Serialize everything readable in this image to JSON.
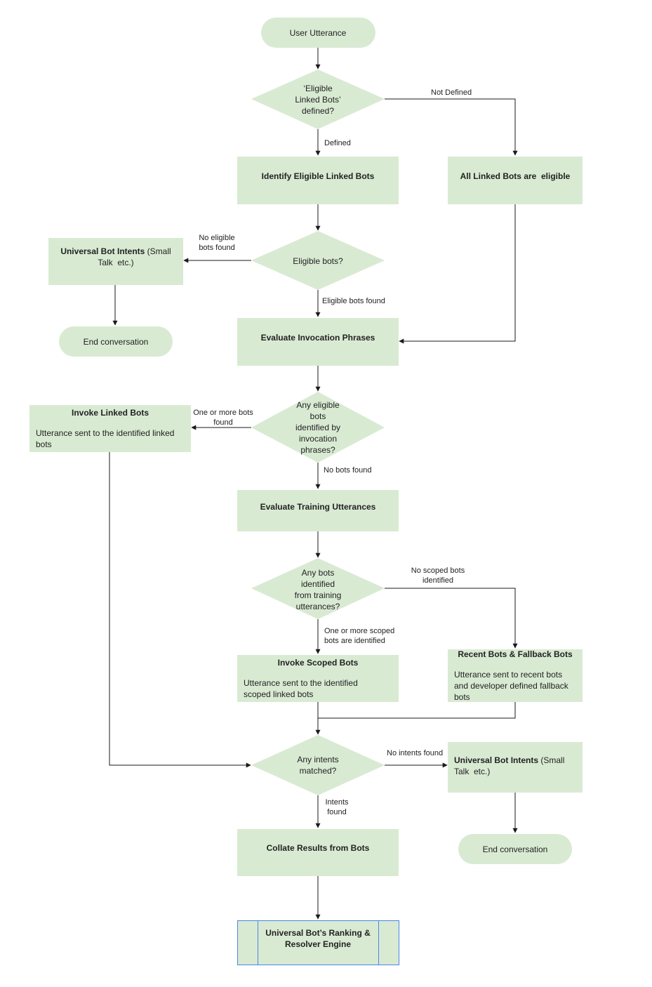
{
  "nodes": {
    "user_utterance": "User Utterance",
    "eligible_defined_q": [
      "‘Eligible",
      "Linked Bots’",
      "defined?"
    ],
    "identify_eligible": "Identify Eligible Linked Bots",
    "all_linked_eligible": "All Linked Bots are  eligible",
    "eligible_bots_q": "Eligible bots?",
    "universal_intents_1": {
      "bold": "Universal Bot Intents",
      "rest": " (Small",
      "line2": "Talk  etc.)"
    },
    "end_conversation_1": "End conversation",
    "evaluate_invocation": "Evaluate Invocation Phrases",
    "any_eligible_q": [
      "Any eligible",
      "bots",
      "identified by",
      "invocation",
      "phrases?"
    ],
    "invoke_linked": {
      "title": "Invoke Linked Bots",
      "body": [
        "Utterance sent to the identified linked",
        "bots"
      ]
    },
    "evaluate_training": "Evaluate Training Utterances",
    "any_bots_training_q": [
      "Any bots",
      "identified",
      "from training",
      "utterances?"
    ],
    "invoke_scoped": {
      "title": "Invoke Scoped Bots",
      "body": [
        "Utterance sent to the identified",
        "scoped linked bots"
      ]
    },
    "recent_fallback": {
      "title": "Recent Bots & Fallback Bots",
      "body": [
        "Utterance sent to recent bots",
        "and developer defined fallback",
        "bots"
      ]
    },
    "any_intents_q": [
      "Any intents",
      "matched?"
    ],
    "universal_intents_2": {
      "bold": "Universal Bot Intents",
      "rest": " (Small",
      "line2": "Talk  etc.)"
    },
    "end_conversation_2": "End conversation",
    "collate_results": "Collate Results from Bots",
    "ranking_engine": [
      "Universal Bot’s Ranking &",
      "Resolver Engine"
    ]
  },
  "edges": {
    "not_defined": "Not Defined",
    "defined": "Defined",
    "no_eligible": [
      "No eligible",
      "bots found"
    ],
    "eligible_found": "Eligible bots found",
    "one_or_more_found": [
      "One or more bots",
      "found"
    ],
    "no_bots_found": "No bots found",
    "no_scoped": [
      "No scoped bots",
      "identified"
    ],
    "one_or_more_scoped": [
      "One or more scoped",
      "bots are identified"
    ],
    "no_intents": "No intents found",
    "intents_found": [
      "Intents",
      "found"
    ]
  }
}
